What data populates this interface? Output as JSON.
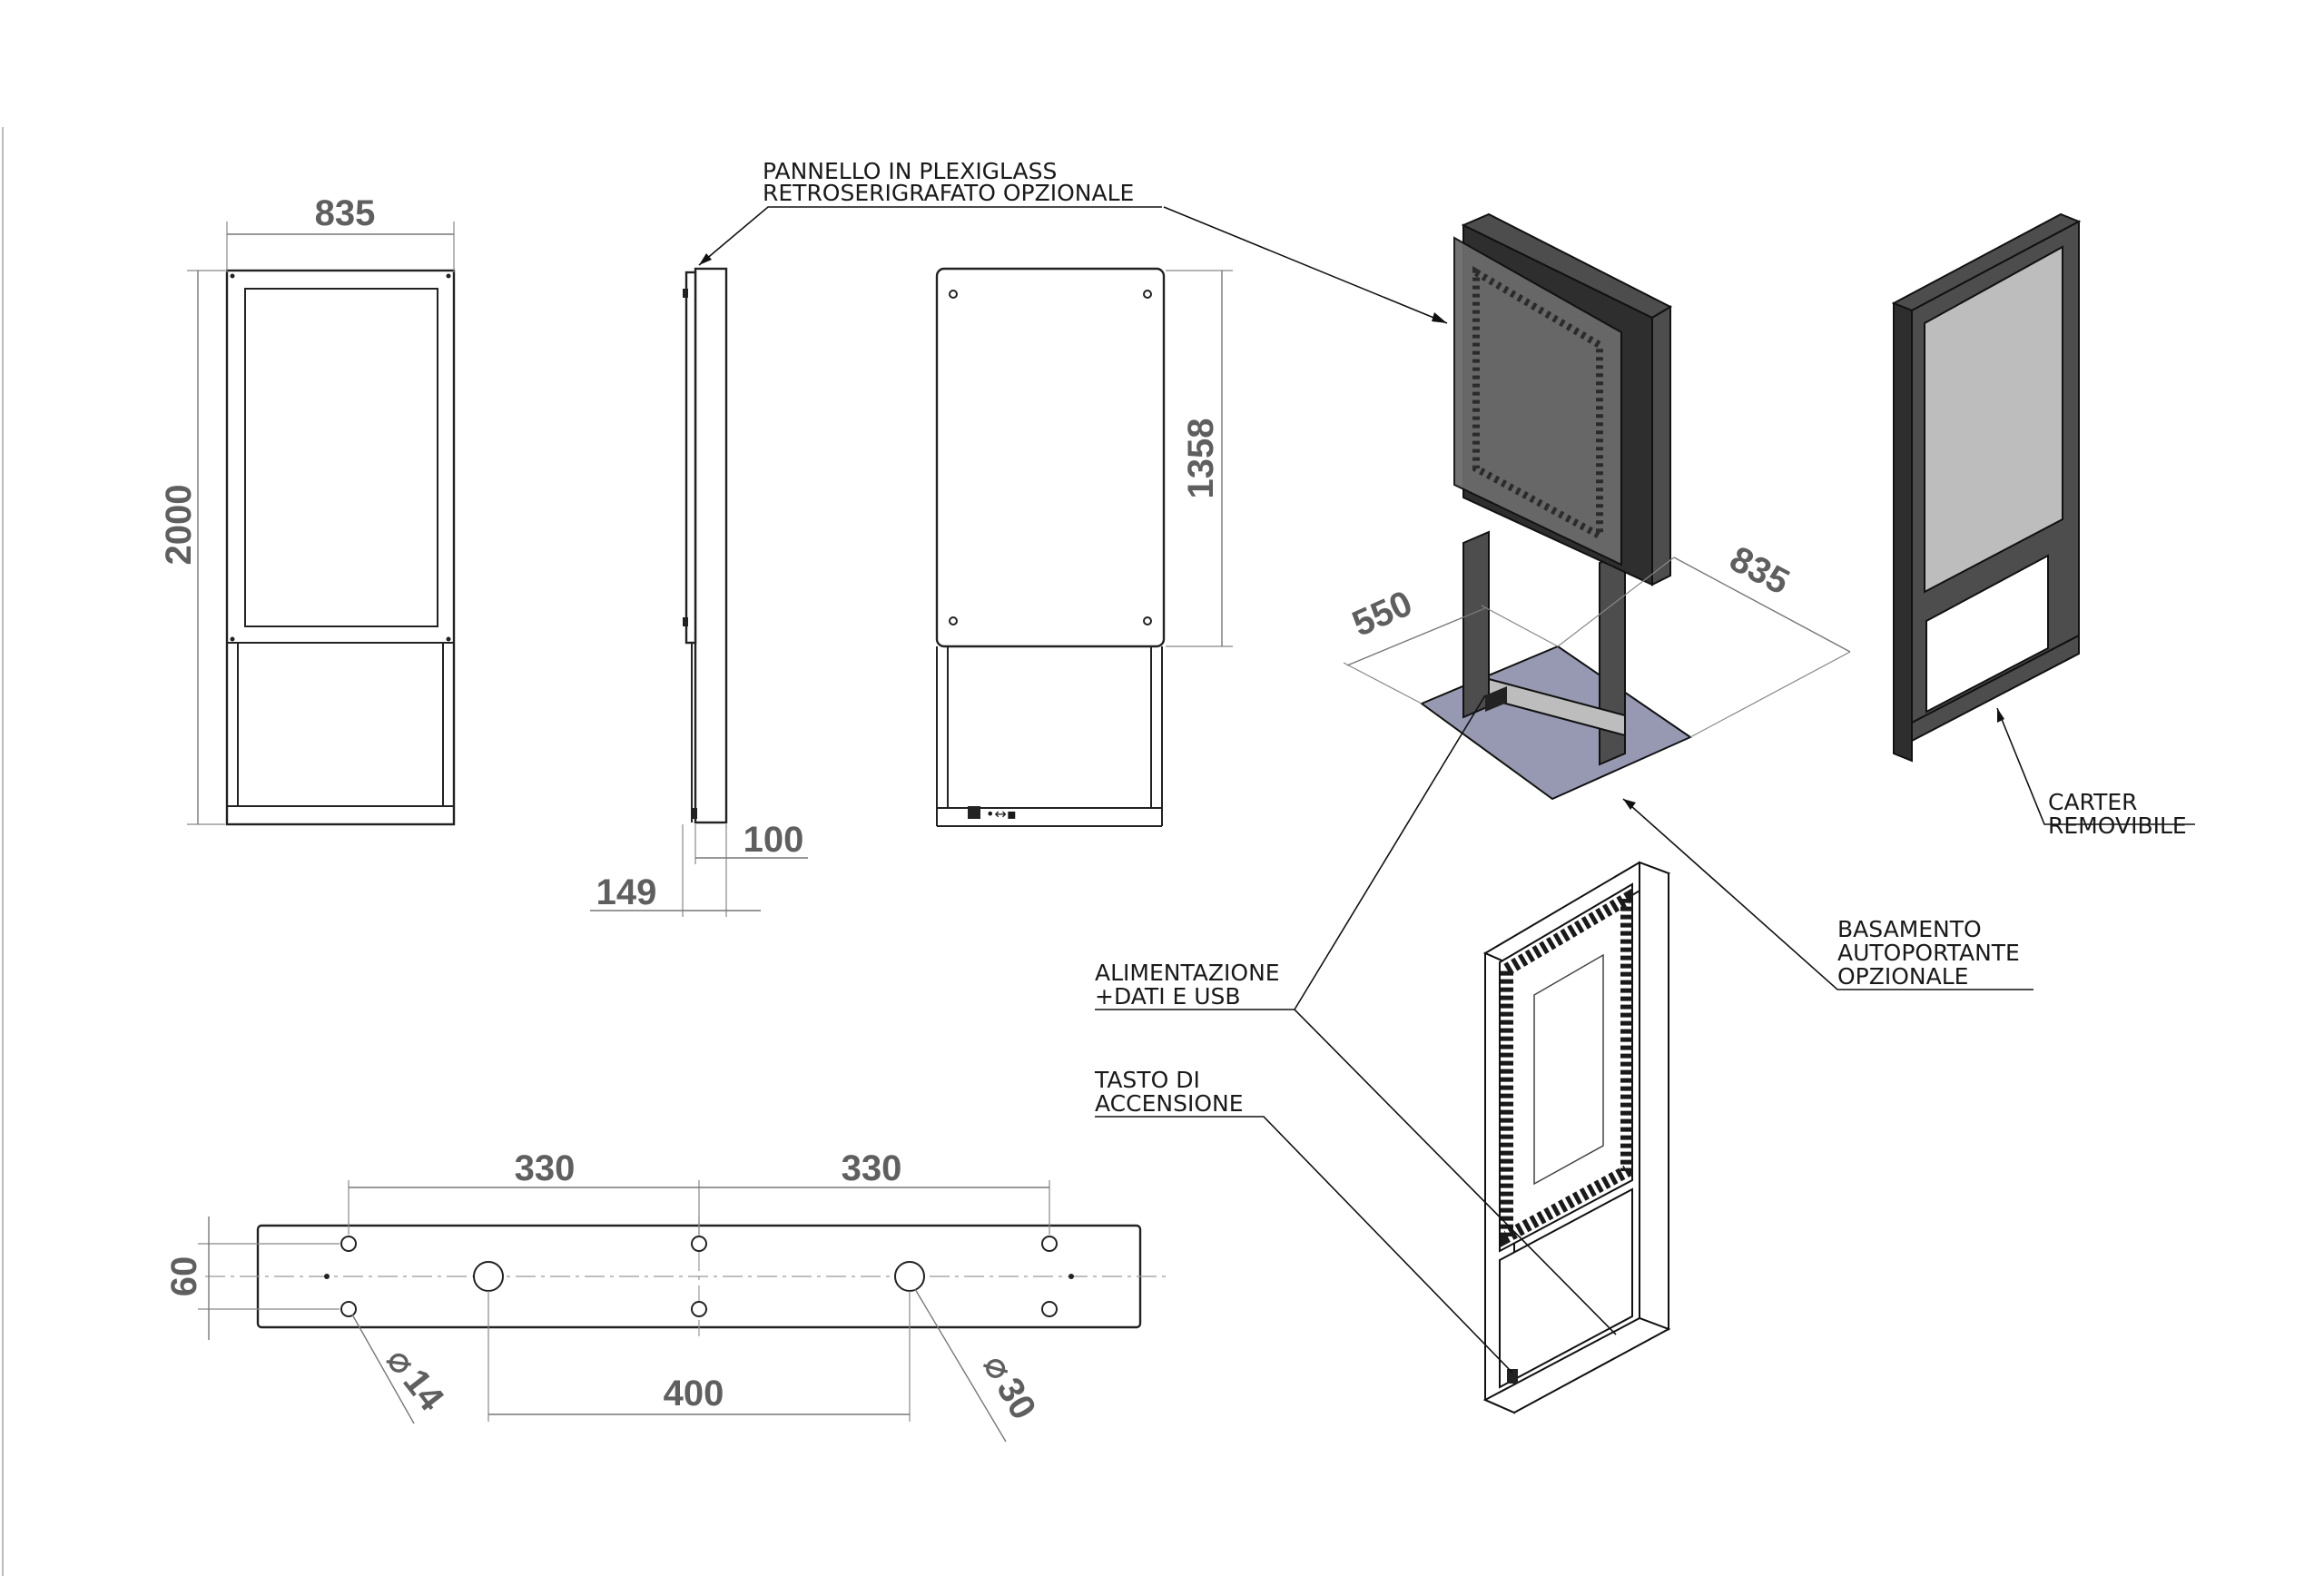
{
  "dimensions": {
    "front_width": "835",
    "front_height": "2000",
    "side_depth_total": "149",
    "side_depth_body": "100",
    "back_panel_height": "1358",
    "base_depth": "550",
    "base_width": "835",
    "bracket_spacing_left": "330",
    "bracket_spacing_right": "330",
    "bracket_height": "60",
    "bracket_center_spacing": "400",
    "hole_small": "14",
    "hole_large": "30"
  },
  "notes": {
    "plexiglass_line1": "PANNELLO IN PLEXIGLASS",
    "plexiglass_line2": "RETROSERIGRAFATO OPZIONALE",
    "power_line1": "ALIMENTAZIONE",
    "power_line2": "+DATI E USB",
    "button_line1": "TASTO DI",
    "button_line2": "ACCENSIONE",
    "base_line1": "BASAMENTO",
    "base_line2": "AUTOPORTANTE",
    "base_line3": "OPZIONALE",
    "carter_line1": "CARTER",
    "carter_line2": "REMOVIBILE"
  },
  "symbols": {
    "diameter": "⌀"
  },
  "colors": {
    "frame_dark": "#4d4d4d",
    "screen_grey": "#bdbdbd",
    "base_plate": "#9799b2",
    "dimension_text": "#5f5f5f"
  }
}
